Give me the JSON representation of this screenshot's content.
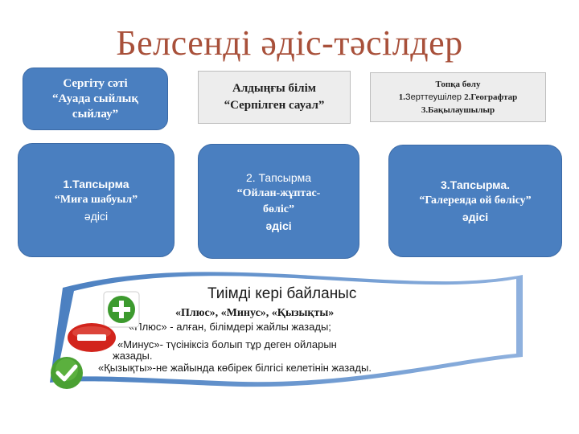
{
  "slide": {
    "title": "Белсенді әдіс-тәсілдер"
  },
  "top_boxes": {
    "box1": {
      "line1": "Сергіту сәті",
      "line2": "“Ауада сыйлық",
      "line3": "сыйлау”"
    },
    "box2": {
      "line1": "Алдыңғы білім",
      "line2": "“Серпілген сауал”"
    },
    "box3": {
      "line1": "Топқа бөлу",
      "line2_num": "1.",
      "line2_text": "Зерттеушілер ",
      "line2_bold": "2.Географтар",
      "line3": "3.Бақылаушылыр"
    }
  },
  "task_boxes": {
    "task1": {
      "line1": "1.Тапсырма",
      "line2": "“Миға шабуыл”",
      "line3": "әдісі"
    },
    "task2": {
      "line1": "2. Тапсырма",
      "line2": "“Ойлан-жұптас-",
      "line3": "бөліс”",
      "line4": "әдісі"
    },
    "task3": {
      "line1": "3.Тапсырма.",
      "line2": "“Галереяда ой бөлісу”",
      "line3": "әдісі"
    }
  },
  "feedback": {
    "heading": "Тиімді кері байланыс",
    "subheading": "«Плюс», «Минус», «Қызықты»",
    "plus_text": "«Плюс» - алған, білімдері жайлы жазады;",
    "minus_text_1": "«Минус»- түсініксіз болып тұр деген ойларын",
    "minus_text_2": "жазады.",
    "interesting_text": "«Қызықты»-не жайында көбірек білгісі келетінін  жазады.",
    "icons": [
      "plus-icon",
      "minus-icon",
      "check-icon"
    ],
    "colors": {
      "plus": "#3c9a2e",
      "minus": "#d2241c",
      "check": "#4aa032",
      "banner": "#4a7fc0"
    }
  }
}
